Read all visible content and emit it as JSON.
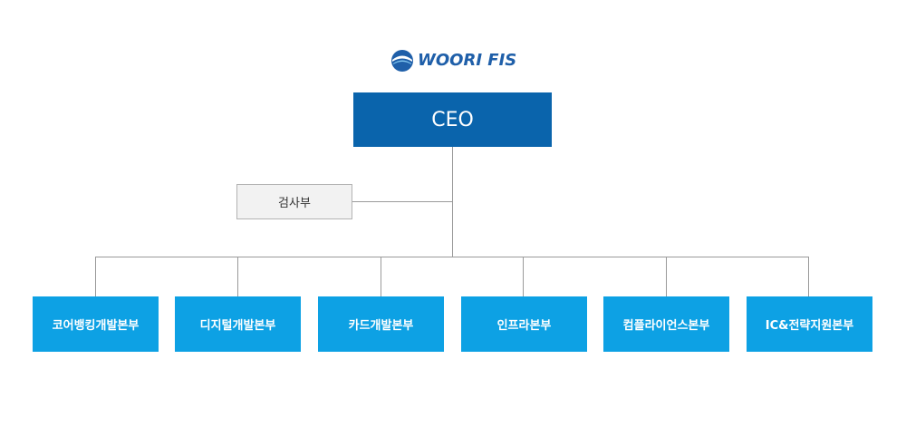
{
  "logo": {
    "text": "WOORI FIS"
  },
  "ceo": {
    "label": "CEO"
  },
  "audit": {
    "label": "검사부"
  },
  "divisions": [
    {
      "label": "코어뱅킹개발본부"
    },
    {
      "label": "디지털개발본부"
    },
    {
      "label": "카드개발본부"
    },
    {
      "label": "인프라본부"
    },
    {
      "label": "컴플라이언스본부"
    },
    {
      "label": "IC&전략지원본부"
    }
  ],
  "colors": {
    "ceo": "#0a64ac",
    "division": "#0da1e4",
    "audit_bg": "#f2f2f2",
    "logo": "#1f5fa9",
    "connector": "#9a9a9a"
  }
}
